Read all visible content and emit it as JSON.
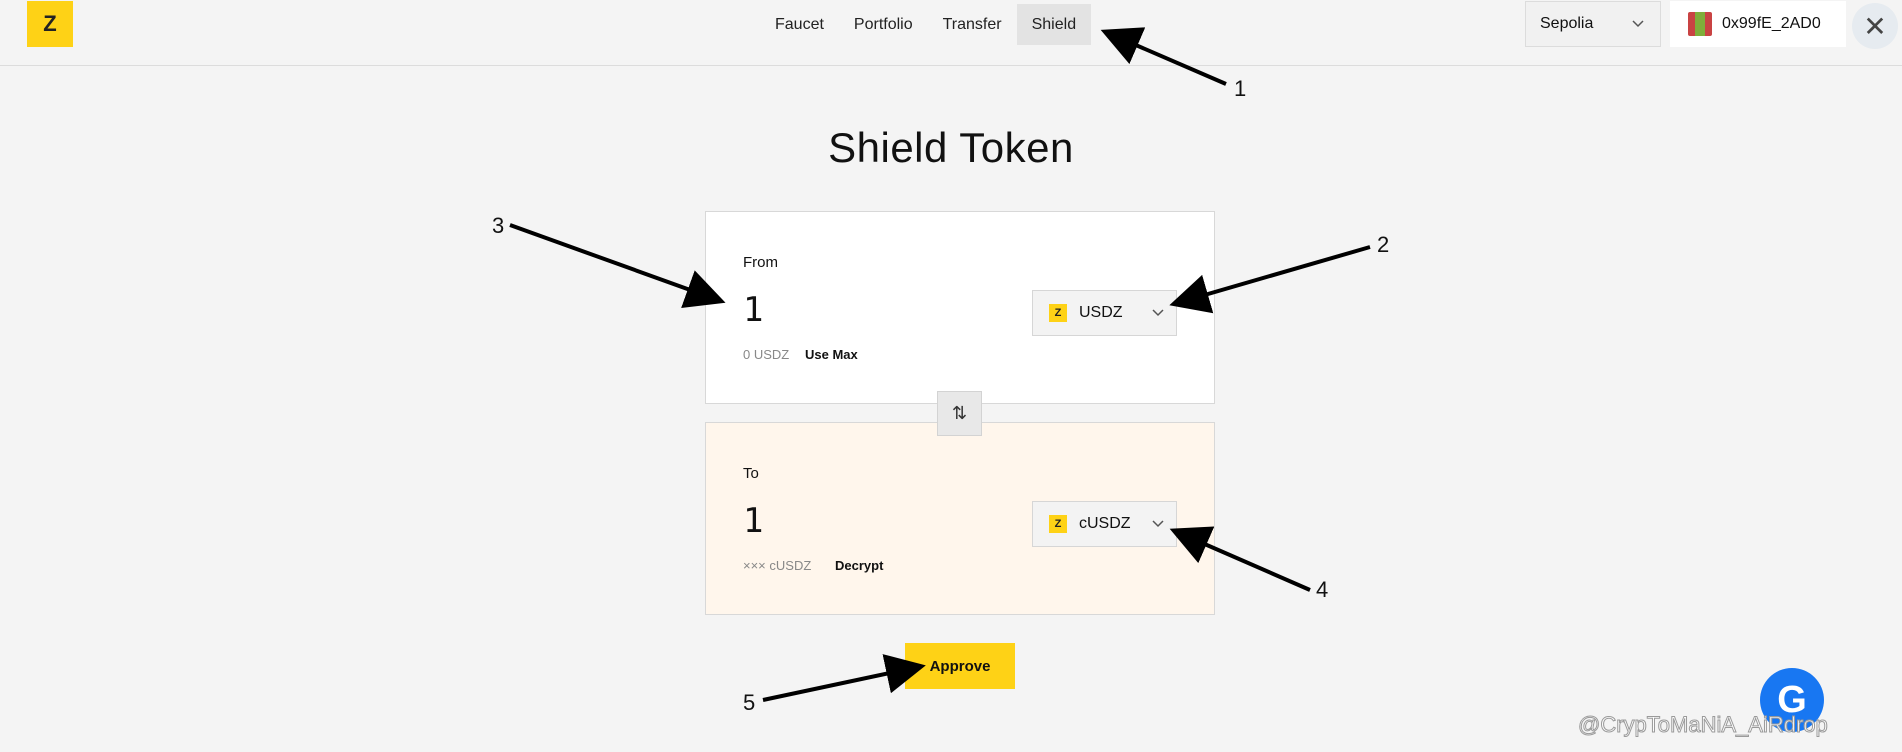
{
  "header": {
    "logo_glyph": "Z",
    "nav": [
      "Faucet",
      "Portfolio",
      "Transfer",
      "Shield"
    ],
    "active_nav": "Shield",
    "network": "Sepolia",
    "wallet_address": "0x99fE_2AD0",
    "close_glyph": "✕"
  },
  "page": {
    "title": "Shield Token"
  },
  "from_card": {
    "label": "From",
    "amount": "1",
    "token": "USDZ",
    "token_icon": "Z",
    "balance": "0 USDZ",
    "action": "Use Max"
  },
  "swap_glyph": "⇅",
  "to_card": {
    "label": "To",
    "amount": "1",
    "token": "cUSDZ",
    "token_icon": "Z",
    "balance": "××× cUSDZ",
    "action": "Decrypt"
  },
  "approve_label": "Approve",
  "annotations": [
    "1",
    "2",
    "3",
    "4",
    "5"
  ],
  "watermark": {
    "text": "@CrypToMaNiA_AiRdrop",
    "badge_glyph": "G"
  },
  "colors": {
    "brand_yellow": "#fed216",
    "to_card_bg": "#fff6ec",
    "page_bg": "#f4f4f4"
  }
}
